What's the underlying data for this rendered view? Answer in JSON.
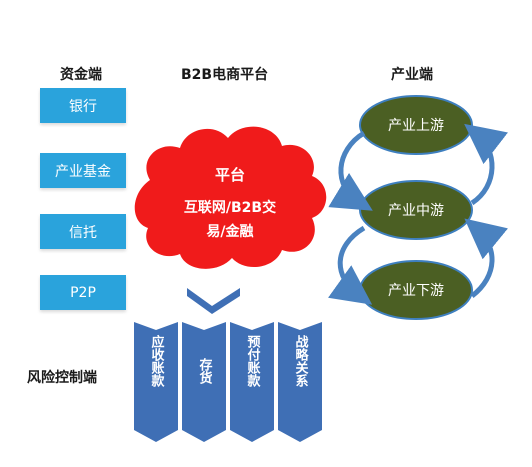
{
  "headers": {
    "funding": "资金端",
    "platform": "B2B电商平台",
    "industry": "产业端"
  },
  "funding_sources": [
    "银行",
    "产业基金",
    "信托",
    "P2P"
  ],
  "cloud": {
    "title": "平台",
    "line1": "互联网/B2B交",
    "line2": "易/金融"
  },
  "risk": {
    "label": "风险控制端",
    "items": [
      "应收账款",
      "存货",
      "预付账款",
      "战略关系"
    ]
  },
  "industry_chain": [
    "产业上游",
    "产业中游",
    "产业下游"
  ],
  "colors": {
    "fund_box": "#2aa3dc",
    "cloud": "#f01b1b",
    "chevron": "#3f6fb5",
    "chain_node": "#4b5f23",
    "chain_border": "#3e7fbf",
    "cycle_arrow": "#4a82c0"
  }
}
